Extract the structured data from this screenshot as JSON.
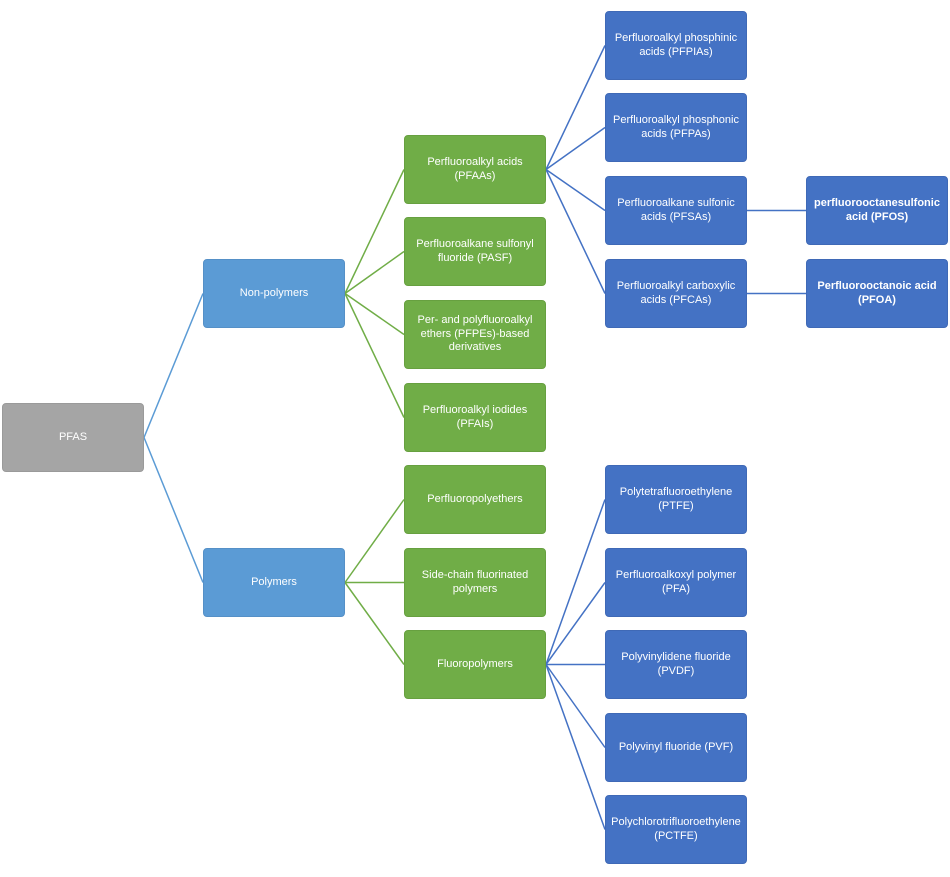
{
  "diagram": {
    "colors": {
      "root": "#a5a5a5",
      "level1": "#5b9bd5",
      "level2": "#70ad47",
      "level3": "#4472c4",
      "link_root": "#5b9bd5",
      "link_level1": "#70ad47",
      "link_level2": "#4472c4"
    },
    "nodes": [
      {
        "id": "pfas",
        "label": "PFAS"
      },
      {
        "id": "non-polymers",
        "label": "Non-polymers"
      },
      {
        "id": "polymers",
        "label": "Polymers"
      },
      {
        "id": "pfaas",
        "label": "Perfluoroalkyl acids (PFAAs)"
      },
      {
        "id": "pasf",
        "label": "Perfluoroalkane sulfonyl fluoride (PASF)"
      },
      {
        "id": "pfpes",
        "label": "Per- and polyfluoroalkyl ethers (PFPEs)-based derivatives"
      },
      {
        "id": "pfais",
        "label": "Perfluoroalkyl iodides (PFAIs)"
      },
      {
        "id": "perfluoropolyethers",
        "label": "Perfluoropolyethers"
      },
      {
        "id": "side-chain",
        "label": "Side-chain fluorinated polymers"
      },
      {
        "id": "fluoropolymers",
        "label": "Fluoropolymers"
      },
      {
        "id": "pfpias",
        "label": "Perfluoroalkyl phosphinic acids (PFPIAs)"
      },
      {
        "id": "pfpas",
        "label": "Perfluoroalkyl phosphonic acids (PFPAs)"
      },
      {
        "id": "pfsas",
        "label": "Perfluoroalkane sulfonic acids (PFSAs)"
      },
      {
        "id": "pfcas",
        "label": "Perfluoroalkyl carboxylic acids (PFCAs)"
      },
      {
        "id": "pfos",
        "label": "perfluorooctanesulfonic acid (PFOS)"
      },
      {
        "id": "pfoa",
        "label": "Perfluorooctanoic acid (PFOA)"
      },
      {
        "id": "ptfe",
        "label": "Polytetrafluoroethylene (PTFE)"
      },
      {
        "id": "pfa",
        "label": "Perfluoroalkoxyl polymer (PFA)"
      },
      {
        "id": "pvdf",
        "label": "Polyvinylidene fluoride (PVDF)"
      },
      {
        "id": "pvf",
        "label": "Polyvinyl fluoride (PVF)"
      },
      {
        "id": "pctfe",
        "label": "Polychlorotrifluoroethylene (PCTFE)"
      }
    ],
    "edges": [
      {
        "from": "pfas",
        "to": "non-polymers"
      },
      {
        "from": "pfas",
        "to": "polymers"
      },
      {
        "from": "non-polymers",
        "to": "pfaas"
      },
      {
        "from": "non-polymers",
        "to": "pasf"
      },
      {
        "from": "non-polymers",
        "to": "pfpes"
      },
      {
        "from": "non-polymers",
        "to": "pfais"
      },
      {
        "from": "polymers",
        "to": "perfluoropolyethers"
      },
      {
        "from": "polymers",
        "to": "side-chain"
      },
      {
        "from": "polymers",
        "to": "fluoropolymers"
      },
      {
        "from": "pfaas",
        "to": "pfpias"
      },
      {
        "from": "pfaas",
        "to": "pfpas"
      },
      {
        "from": "pfaas",
        "to": "pfsas"
      },
      {
        "from": "pfaas",
        "to": "pfcas"
      },
      {
        "from": "pfsas",
        "to": "pfos"
      },
      {
        "from": "pfcas",
        "to": "pfoa"
      },
      {
        "from": "fluoropolymers",
        "to": "ptfe"
      },
      {
        "from": "fluoropolymers",
        "to": "pfa"
      },
      {
        "from": "fluoropolymers",
        "to": "pvdf"
      },
      {
        "from": "fluoropolymers",
        "to": "pvf"
      },
      {
        "from": "fluoropolymers",
        "to": "pctfe"
      }
    ]
  }
}
